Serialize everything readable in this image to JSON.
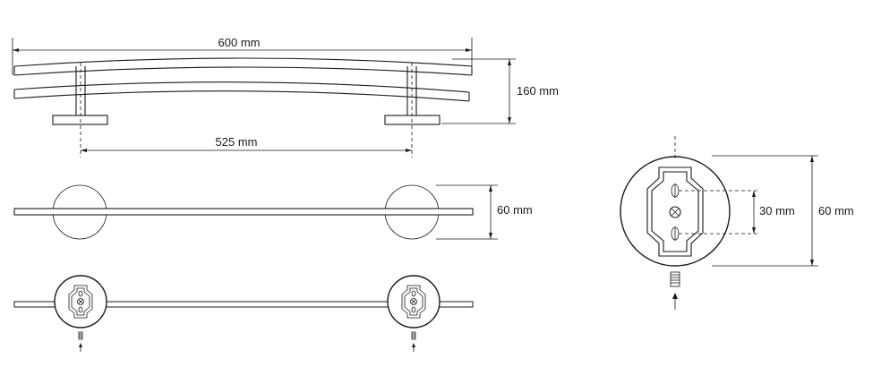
{
  "dimensions": {
    "overall_length": "600 mm",
    "depth": "160 mm",
    "mount_spacing": "525 mm",
    "top_view_width": "60 mm",
    "detail_slot_spacing": "30 mm",
    "detail_diameter": "60 mm"
  },
  "colors": {
    "line": "#1a1a1a",
    "background": "#ffffff"
  }
}
